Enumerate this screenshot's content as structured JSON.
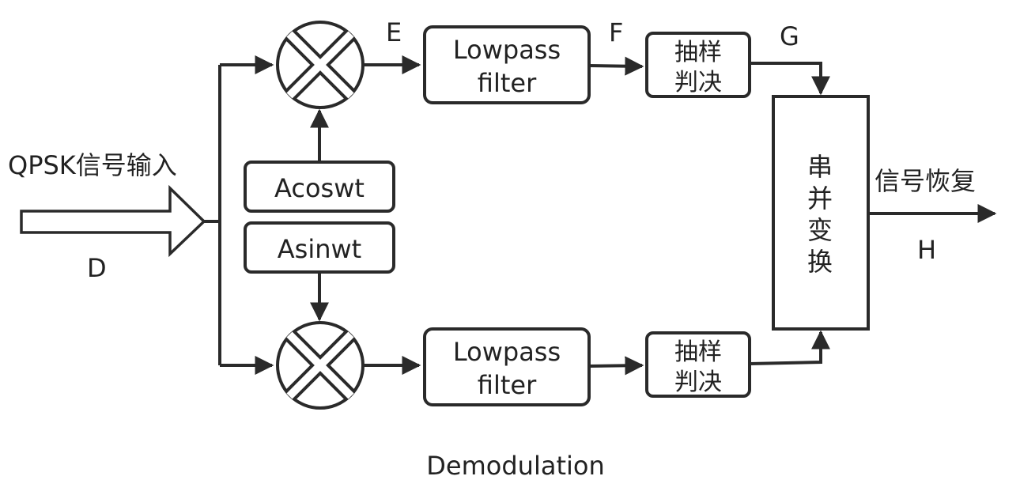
{
  "input_label": "QPSK信号输入",
  "input_node": "D",
  "carrier_cos": "Acoswt",
  "carrier_sin": "Asinwt",
  "node_e": "E",
  "node_f": "F",
  "node_g": "G",
  "node_h": "H",
  "lpf_top": [
    "Lowpass",
    "filter"
  ],
  "lpf_bottom": [
    "Lowpass",
    "filter"
  ],
  "sampler_top": [
    "抽样",
    "判决"
  ],
  "sampler_bottom": [
    "抽样",
    "判决"
  ],
  "sp_converter": [
    "串",
    "并",
    "变",
    "换"
  ],
  "output_label": "信号恢复",
  "caption": "Demodulation",
  "colors": {
    "stroke": "#2a2a2a",
    "text": "#222222",
    "background": "#ffffff"
  }
}
